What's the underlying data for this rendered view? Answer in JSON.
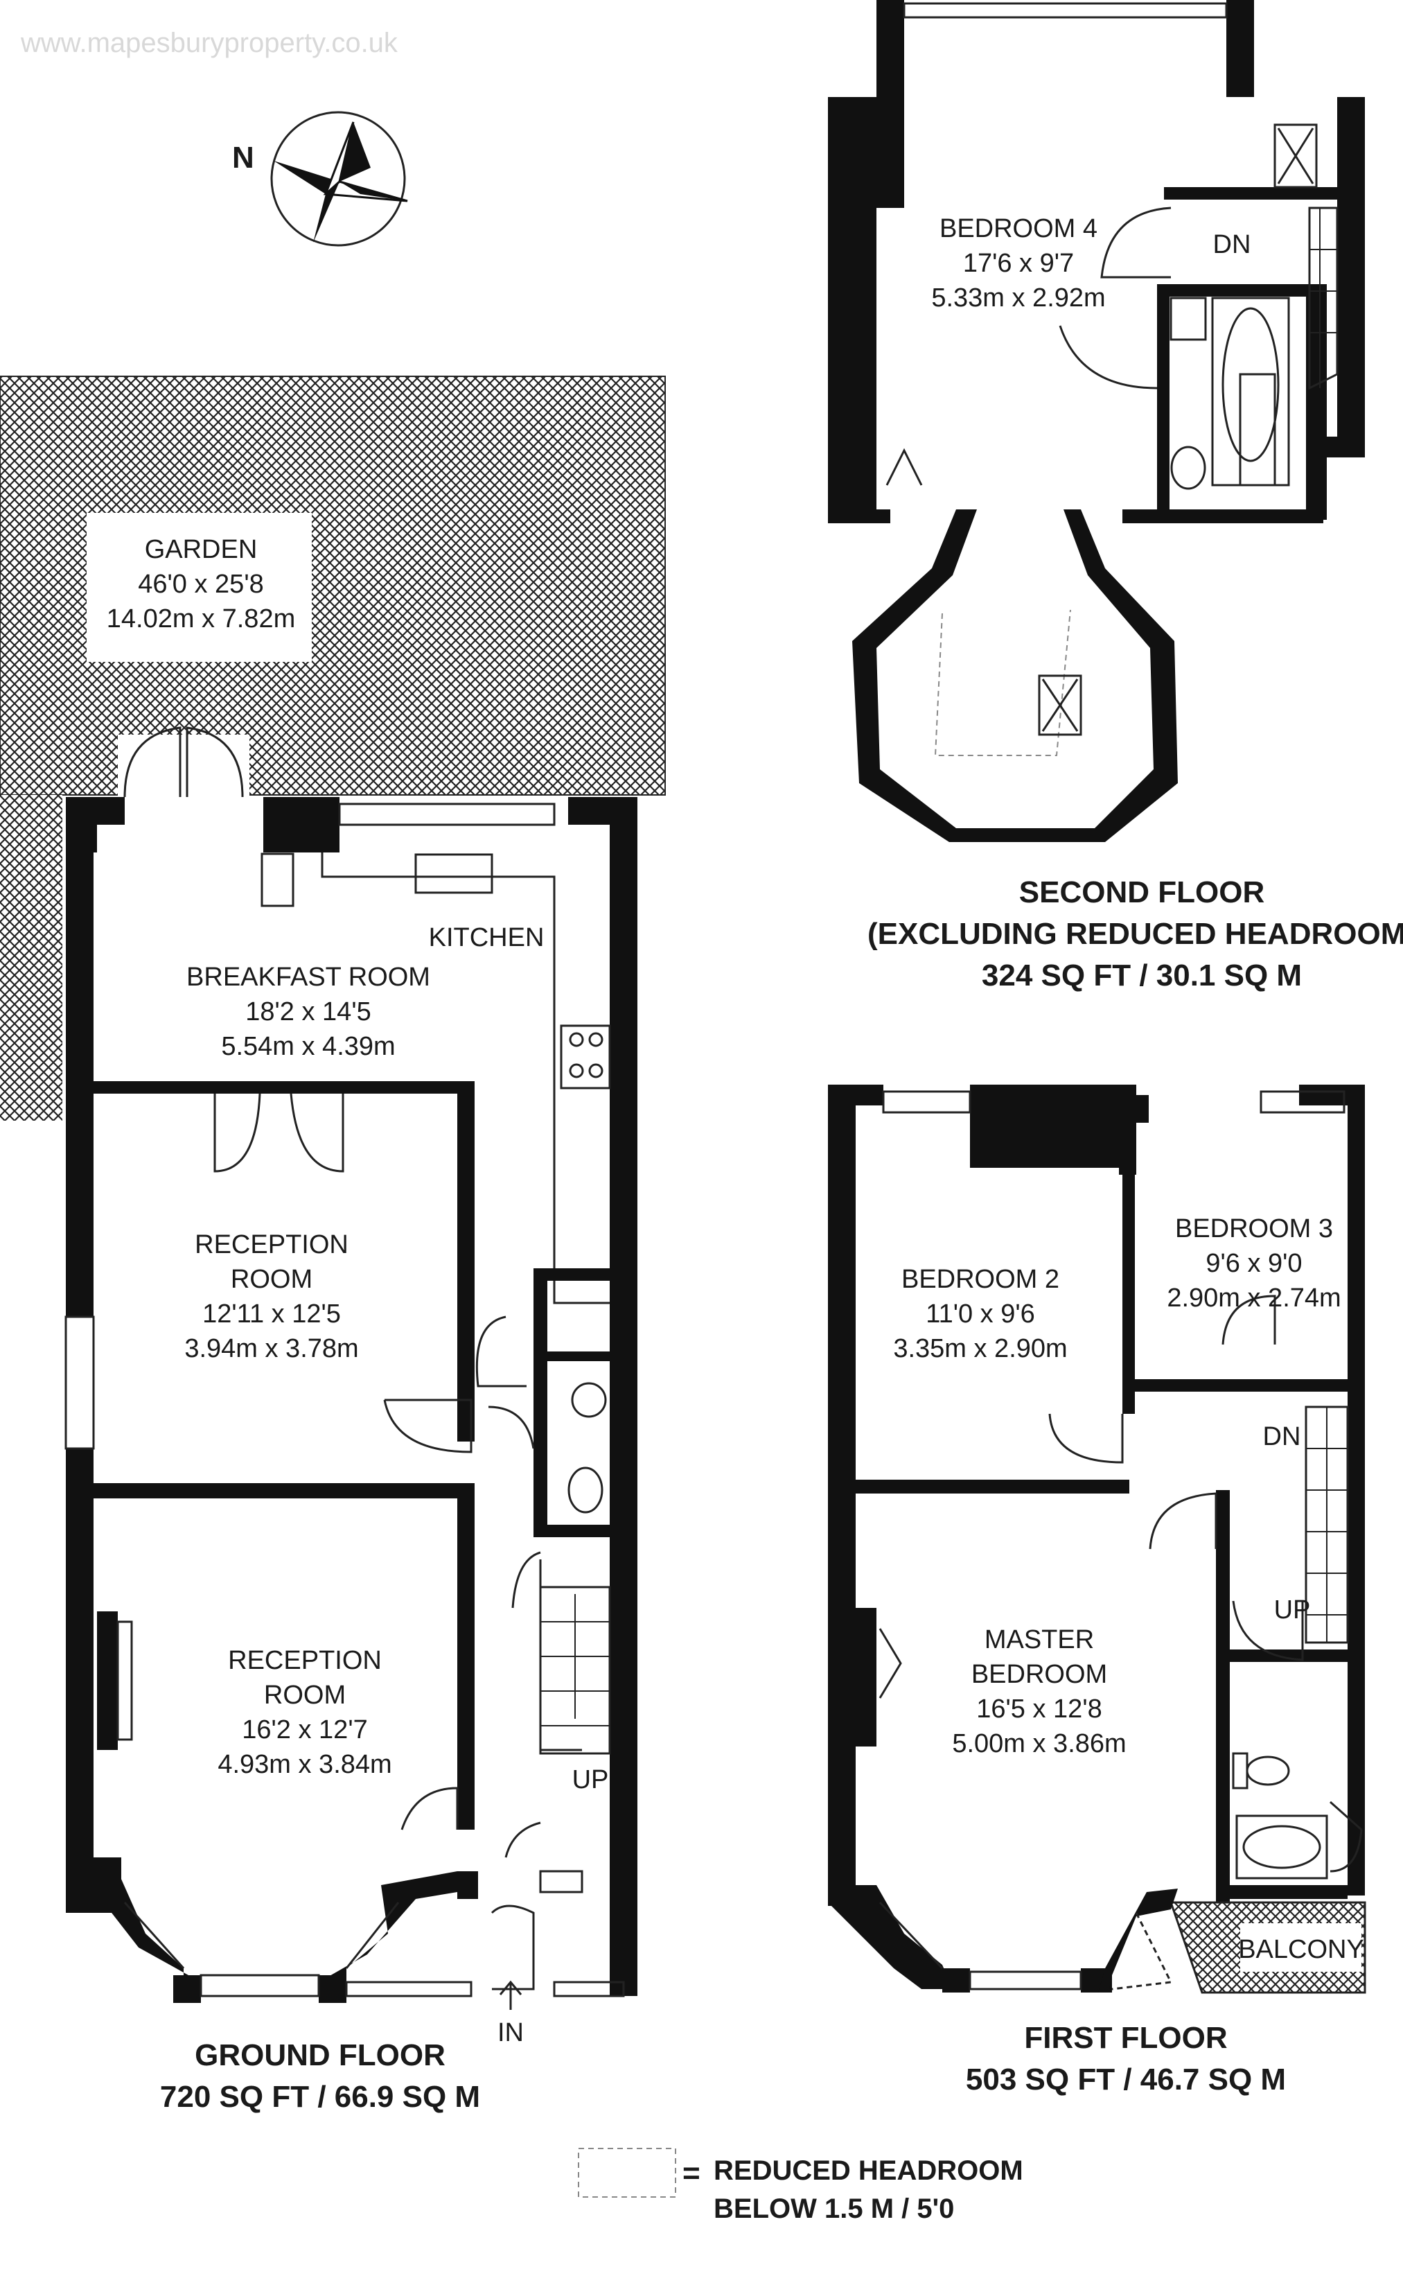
{
  "watermark": "www.mapesburyproperty.co.uk",
  "compass_label": "N",
  "ground_floor": {
    "title": "GROUND FLOOR",
    "area": "720 SQ FT / 66.9 SQ M",
    "rooms": {
      "garden": {
        "name": "GARDEN",
        "imperial": "46'0 x 25'8",
        "metric": "14.02m x 7.82m"
      },
      "kitchen": {
        "name": "KITCHEN"
      },
      "breakfast": {
        "name": "BREAKFAST ROOM",
        "imperial": "18'2 x 14'5",
        "metric": "5.54m x 4.39m"
      },
      "reception1": {
        "name_line1": "RECEPTION",
        "name_line2": "ROOM",
        "imperial": "12'11 x 12'5",
        "metric": "3.94m x 3.78m"
      },
      "reception2": {
        "name_line1": "RECEPTION",
        "name_line2": "ROOM",
        "imperial": "16'2 x 12'7",
        "metric": "4.93m x 3.84m"
      }
    },
    "stairs_label": "UP",
    "entrance_label": "IN"
  },
  "first_floor": {
    "title": "FIRST FLOOR",
    "area": "503 SQ FT / 46.7 SQ M",
    "rooms": {
      "bedroom2": {
        "name": "BEDROOM 2",
        "imperial": "11'0 x 9'6",
        "metric": "3.35m x 2.90m"
      },
      "bedroom3": {
        "name": "BEDROOM 3",
        "imperial": "9'6 x 9'0",
        "metric": "2.90m x 2.74m"
      },
      "master": {
        "name_line1": "MASTER",
        "name_line2": "BEDROOM",
        "imperial": "16'5 x 12'8",
        "metric": "5.00m x 3.86m"
      },
      "balcony": {
        "name": "BALCONY"
      }
    },
    "stairs_down": "DN",
    "stairs_up": "UP"
  },
  "second_floor": {
    "title": "SECOND FLOOR",
    "subtitle": "(EXCLUDING REDUCED HEADROOM)",
    "area": "324 SQ FT / 30.1 SQ M",
    "rooms": {
      "bedroom4": {
        "name": "BEDROOM 4",
        "imperial": "17'6 x 9'7",
        "metric": "5.33m x 2.92m"
      }
    },
    "stairs_down": "DN"
  },
  "legend": {
    "equals": "=",
    "line1": "REDUCED HEADROOM",
    "line2": "BELOW 1.5 M / 5'0"
  }
}
